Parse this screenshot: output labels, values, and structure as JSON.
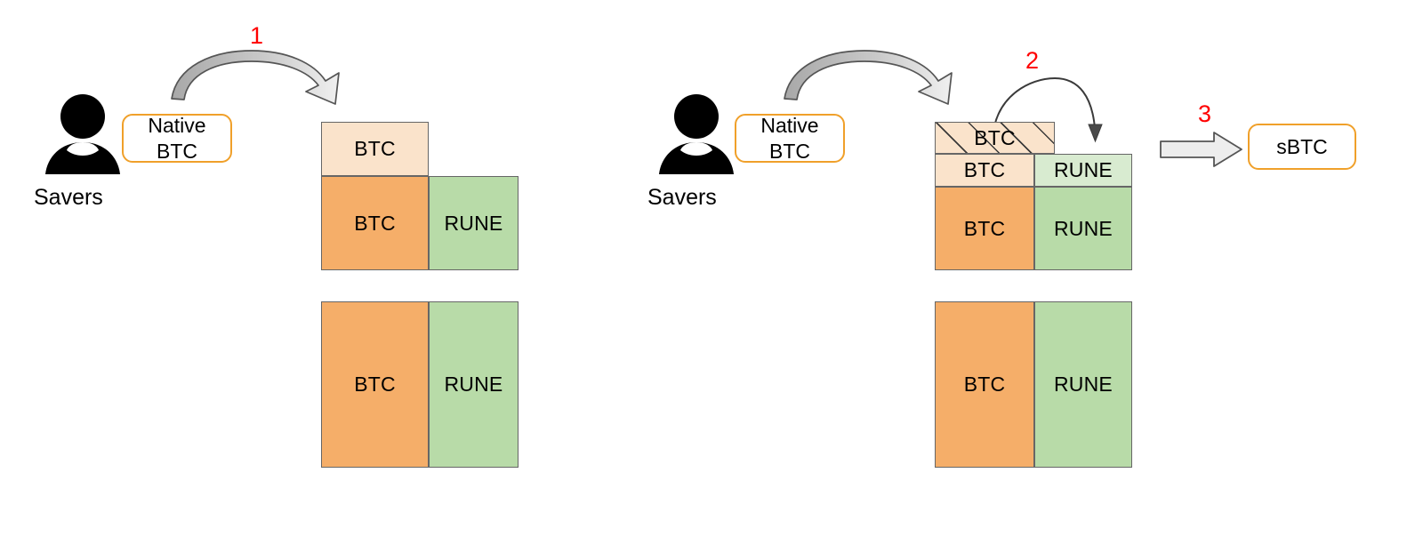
{
  "diagram": {
    "title_present": false,
    "colors": {
      "btc_dark": "#F5AE69",
      "rune_dark": "#B8DBA8",
      "btc_light": "#FAE3CB",
      "rune_light": "#D8EBD0",
      "box_border": "#666666",
      "pill_border": "#F0A02A",
      "step_number": "#FF0000",
      "arrow_fill": "#EDEDED",
      "arrow_stroke": "#555555",
      "avatar": "#000000",
      "background": "#FFFFFF"
    }
  },
  "left_panel": {
    "actor": {
      "icon": "person-avatar-icon",
      "label": "Savers"
    },
    "token_pill": {
      "line1": "Native",
      "line2": "BTC"
    },
    "step": {
      "number": "1",
      "arrow": "curved-block-arrow-right"
    },
    "pool_top": {
      "incoming_btc": "BTC",
      "btc": "BTC",
      "rune": "RUNE"
    },
    "pool_bottom": {
      "btc": "BTC",
      "rune": "RUNE"
    }
  },
  "right_panel": {
    "actor": {
      "icon": "person-avatar-icon",
      "label": "Savers"
    },
    "token_pill": {
      "line1": "Native",
      "line2": "BTC"
    },
    "step_one": {
      "arrow": "curved-block-arrow-right"
    },
    "step_two": {
      "number": "2",
      "arrow": "curved-thin-arrow-right"
    },
    "step_three": {
      "number": "3",
      "arrow": "straight-block-arrow-right"
    },
    "pool_top": {
      "hatched_btc": "BTC",
      "btc_light": "BTC",
      "rune_light": "RUNE",
      "btc": "BTC",
      "rune": "RUNE"
    },
    "pool_bottom": {
      "btc": "BTC",
      "rune": "RUNE"
    },
    "output_pill": {
      "label": "sBTC"
    }
  }
}
